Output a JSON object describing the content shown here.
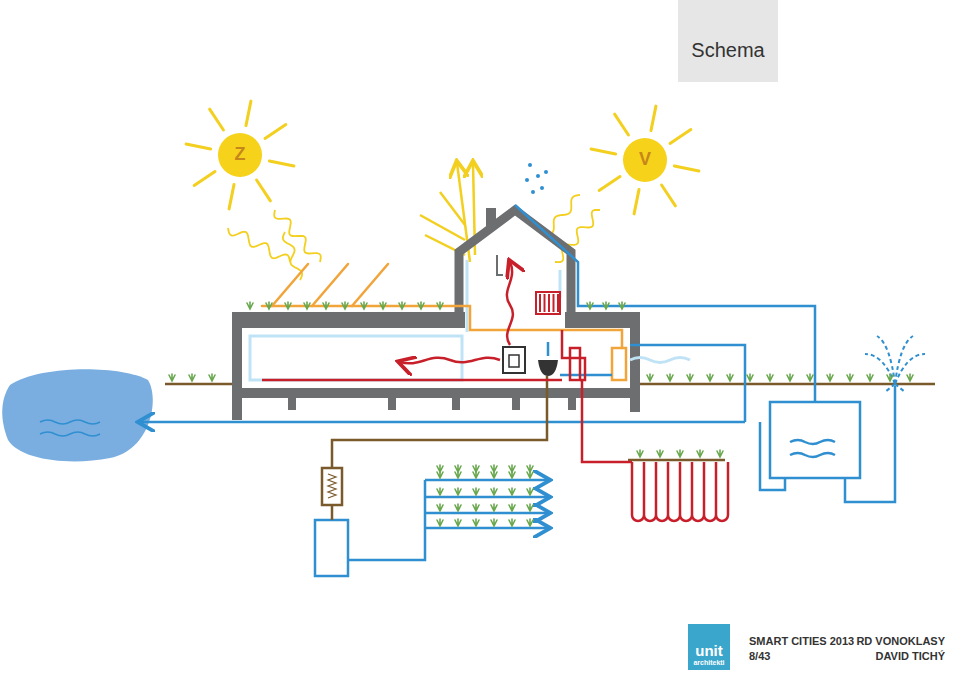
{
  "diagram": {
    "title": "Schema",
    "nodes": [
      {
        "text": [
          "Z"
        ]
      },
      {
        "text": [
          "V"
        ]
      },
      {
        "text": [
          "unit",
          "architekti"
        ]
      }
    ],
    "labels": [
      "SMART CITIES 2013",
      "8/43",
      "RD VONOKLASY",
      "DAVID TICHÝ"
    ]
  }
}
